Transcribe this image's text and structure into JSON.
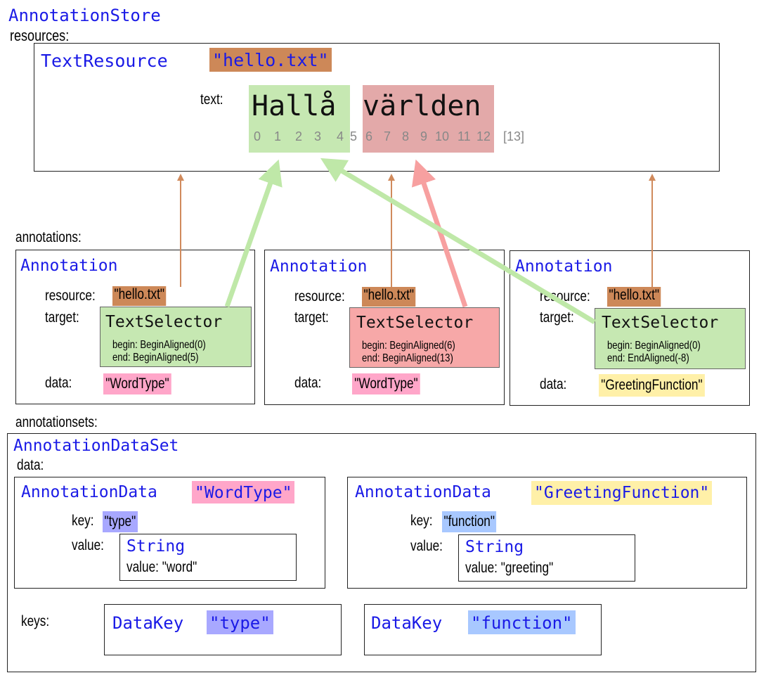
{
  "store": {
    "title": "AnnotationStore",
    "resources_label": "resources:",
    "annotations_label": "annotations:",
    "annotationsets_label": "annotationsets:"
  },
  "resource": {
    "type": "TextResource",
    "id": "\"hello.txt\"",
    "text_label": "text:",
    "word1": "Hallå",
    "word2": "världen",
    "offsets_word1": [
      "0",
      "1",
      "2",
      "3",
      "4"
    ],
    "offset_space": "5",
    "offsets_word2": [
      "6",
      "7",
      "8",
      "9",
      "10",
      "11",
      "12"
    ],
    "offset_end": "[13]"
  },
  "annotations": [
    {
      "type": "Annotation",
      "resource_label": "resource:",
      "resource": "\"hello.txt\"",
      "target_label": "target:",
      "selector": "TextSelector",
      "begin": "begin: BeginAligned(0)",
      "end": "end: BeginAligned(5)",
      "data_label": "data:",
      "data": "\"WordType\""
    },
    {
      "type": "Annotation",
      "resource_label": "resource:",
      "resource": "\"hello.txt\"",
      "target_label": "target:",
      "selector": "TextSelector",
      "begin": "begin: BeginAligned(6)",
      "end": "end: BeginAligned(13)",
      "data_label": "data:",
      "data": "\"WordType\""
    },
    {
      "type": "Annotation",
      "resource_label": "resource:",
      "resource": "\"hello.txt\"",
      "target_label": "target:",
      "selector": "TextSelector",
      "begin": "begin: BeginAligned(0)",
      "end": "end: EndAligned(-8)",
      "data_label": "data:",
      "data": "\"GreetingFunction\""
    }
  ],
  "dataset": {
    "type": "AnnotationDataSet",
    "data_label": "data:",
    "keys_label": "keys:",
    "items": [
      {
        "type": "AnnotationData",
        "id": "\"WordType\"",
        "key_label": "key:",
        "key": "\"type\"",
        "value_label": "value:",
        "value_type": "String",
        "value": "value: \"word\""
      },
      {
        "type": "AnnotationData",
        "id": "\"GreetingFunction\"",
        "key_label": "key:",
        "key": "\"function\"",
        "value_label": "value:",
        "value_type": "String",
        "value": "value: \"greeting\""
      }
    ],
    "keys": [
      {
        "type": "DataKey",
        "id": "\"type\""
      },
      {
        "type": "DataKey",
        "id": "\"function\""
      }
    ]
  },
  "colors": {
    "resource_ref": "#cd8858",
    "word_type": "#ffa6c9",
    "greeting_function": "#fff0a8",
    "key_type": "#a8a8ff",
    "key_function": "#a8c8ff",
    "selector_green": "#c6e8b2",
    "selector_red": "#f7a8a8",
    "arrow_brown": "#d08a5c",
    "arrow_green": "#bfe8a8",
    "arrow_red": "#f7a0a0"
  }
}
